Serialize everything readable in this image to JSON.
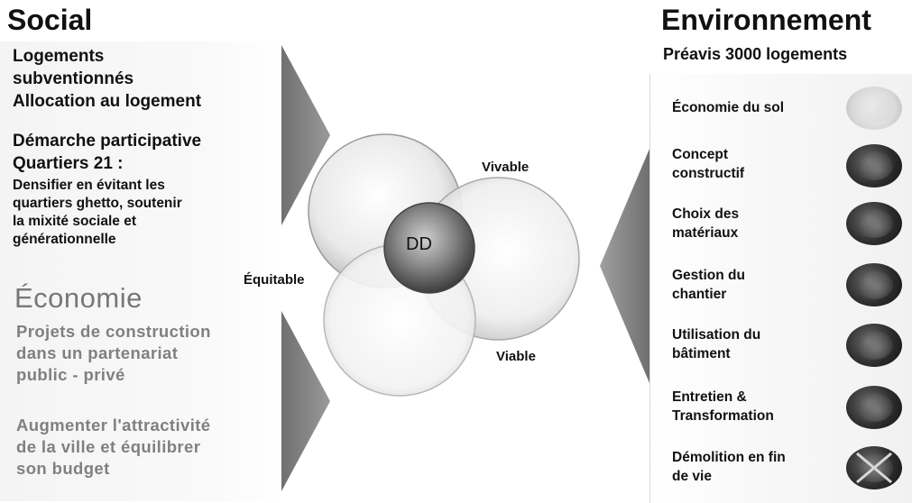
{
  "social": {
    "title": "Social",
    "block1": [
      "Logements",
      "subventionnés",
      "Allocation au logement"
    ],
    "block2_main": [
      "Démarche participative",
      "Quartiers 21 :"
    ],
    "block2_sub": [
      "Densifier en évitant les",
      "quartiers ghetto, soutenir",
      "la mixité sociale et",
      "générationnelle"
    ]
  },
  "economie": {
    "title": "Économie",
    "block1": [
      "Projets de construction",
      "dans un partenariat",
      "public - privé"
    ],
    "block2": [
      "Augmenter l'attractivité",
      "de la ville et équilibrer",
      "son budget"
    ]
  },
  "environnement": {
    "title": "Environnement",
    "subtitle": "Préavis 3000 logements",
    "items": [
      {
        "lines": [
          "Économie du sol"
        ],
        "icon": "site-plan-icon"
      },
      {
        "lines": [
          "Concept",
          "constructif"
        ],
        "icon": "building-frame-icon"
      },
      {
        "lines": [
          "Choix des",
          "matériaux"
        ],
        "icon": "materials-icon"
      },
      {
        "lines": [
          "Gestion du",
          "chantier"
        ],
        "icon": "construction-site-icon"
      },
      {
        "lines": [
          "Utilisation du",
          "bâtiment"
        ],
        "icon": "building-use-icon"
      },
      {
        "lines": [
          "Entretien &",
          "Transformation"
        ],
        "icon": "maintenance-icon"
      },
      {
        "lines": [
          "Démolition en fin",
          "de vie"
        ],
        "icon": "demolition-icon"
      }
    ]
  },
  "diagram": {
    "center": "DD",
    "labels": {
      "vivable": "Vivable",
      "equitable": "Équitable",
      "viable": "Viable"
    }
  }
}
